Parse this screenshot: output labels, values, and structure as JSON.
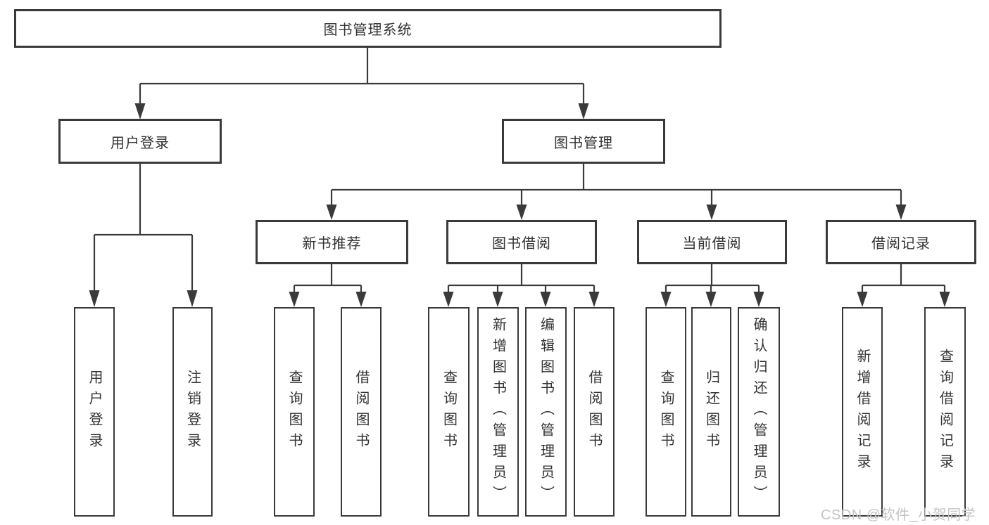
{
  "diagram": {
    "root": {
      "label": "图书管理系统"
    },
    "level2": [
      {
        "id": "user-login",
        "label": "用户登录"
      },
      {
        "id": "book-management",
        "label": "图书管理"
      }
    ],
    "level3": [
      {
        "id": "new-book-recommend",
        "label": "新书推荐"
      },
      {
        "id": "book-borrow",
        "label": "图书借阅"
      },
      {
        "id": "current-borrow",
        "label": "当前借阅"
      },
      {
        "id": "borrow-records",
        "label": "借阅记录"
      }
    ],
    "leaves": {
      "user_login_children": [
        {
          "label": "用户登录"
        },
        {
          "label": "注销登录"
        }
      ],
      "new_book_children": [
        {
          "label": "查询图书"
        },
        {
          "label": "借阅图书"
        }
      ],
      "book_borrow_children": [
        {
          "label": "查询图书"
        },
        {
          "label": "新增图书（管理员）"
        },
        {
          "label": "编辑图书（管理员）"
        },
        {
          "label": "借阅图书"
        }
      ],
      "current_borrow_children": [
        {
          "label": "查询图书"
        },
        {
          "label": "归还图书"
        },
        {
          "label": "确认归还（管理员）"
        }
      ],
      "borrow_record_children": [
        {
          "label": "新增借阅记录"
        },
        {
          "label": "查询借阅记录"
        }
      ]
    }
  },
  "watermark": {
    "text": "CSDN @软件_小贺同学"
  },
  "colors": {
    "line": "#3a3a3a",
    "text": "#333333",
    "watermark": "#c4c4c4",
    "background": "#ffffff"
  }
}
